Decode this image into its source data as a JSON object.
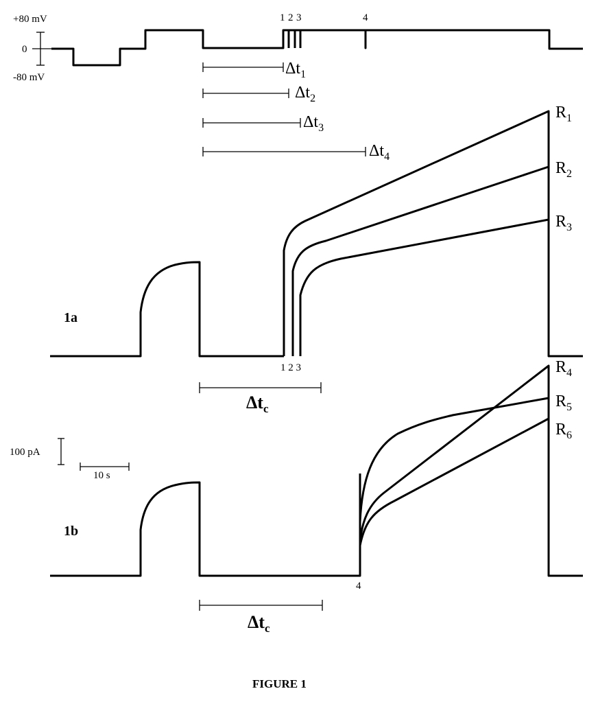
{
  "voltage_protocol": {
    "label_pos": "+80 mV",
    "label_zero": "0",
    "label_neg": "-80 mV",
    "step_labels": [
      "1",
      "2",
      "3",
      "4"
    ],
    "intervals": [
      {
        "symbol": "Δt",
        "sub": "1"
      },
      {
        "symbol": "Δt",
        "sub": "2"
      },
      {
        "symbol": "Δt",
        "sub": "3"
      },
      {
        "symbol": "Δt",
        "sub": "4"
      }
    ]
  },
  "panel_1a": {
    "label": "1a",
    "traces": [
      {
        "name": "R",
        "sub": "1"
      },
      {
        "name": "R",
        "sub": "2"
      },
      {
        "name": "R",
        "sub": "3"
      }
    ],
    "onset_labels": "1 2 3",
    "interval": {
      "symbol": "Δt",
      "sub": "c"
    }
  },
  "panel_1b": {
    "label": "1b",
    "traces": [
      {
        "name": "R",
        "sub": "4"
      },
      {
        "name": "R",
        "sub": "5"
      },
      {
        "name": "R",
        "sub": "6"
      }
    ],
    "onset_label": "4",
    "interval": {
      "symbol": "Δt",
      "sub": "c"
    }
  },
  "scale_bars": {
    "current": "100 pA",
    "time": "10 s"
  },
  "caption": "FIGURE 1"
}
